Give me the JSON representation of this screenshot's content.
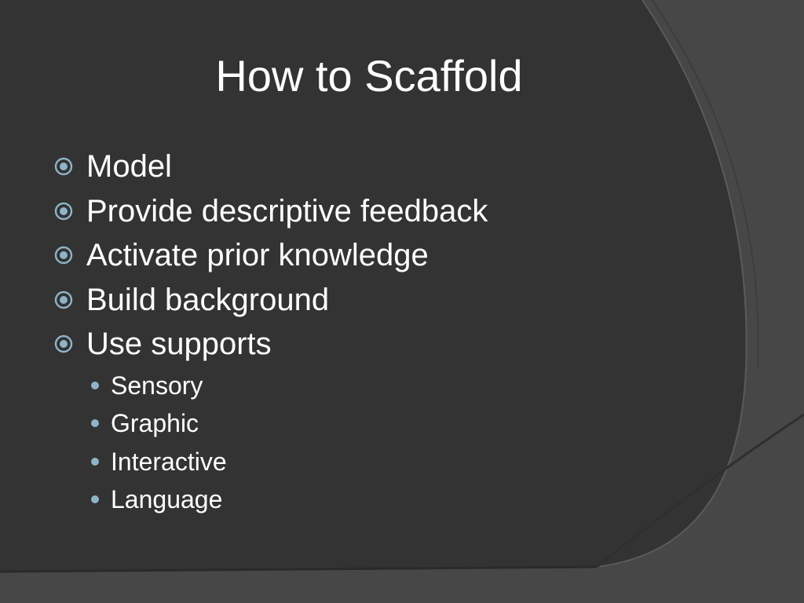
{
  "slide": {
    "title": "How to Scaffold",
    "bullets": [
      {
        "text": "Model"
      },
      {
        "text": "Provide descriptive feedback"
      },
      {
        "text": "Activate prior knowledge"
      },
      {
        "text": "Build background"
      },
      {
        "text": "Use supports"
      }
    ],
    "sub_bullets": [
      {
        "text": "Sensory"
      },
      {
        "text": "Graphic"
      },
      {
        "text": "Interactive"
      },
      {
        "text": "Language"
      }
    ]
  },
  "colors": {
    "background": "#3a3a3a",
    "panel": "#2f2f2f",
    "text": "#ffffff",
    "bullet_accent": "#8fb4c9"
  },
  "icons": {
    "level1_bullet": "circled-dot-icon",
    "level2_bullet": "filled-dot-icon"
  }
}
